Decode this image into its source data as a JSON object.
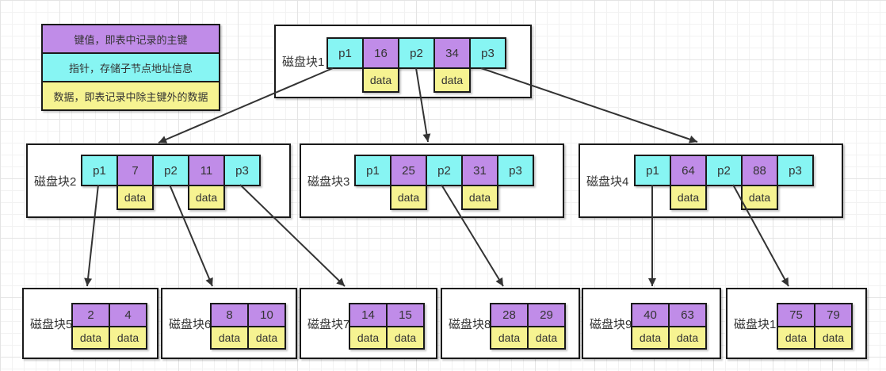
{
  "colors": {
    "key_fill": "#c08ce8",
    "pointer_fill": "#87f5f3",
    "data_fill": "#f6f391",
    "border": "#1a1a1a",
    "arrow": "#333333",
    "text": "#333333"
  },
  "legend": {
    "items": [
      {
        "name": "key",
        "label": "键值，即表中记录的主键"
      },
      {
        "name": "pointer",
        "label": "指针，存储子节点地址信息"
      },
      {
        "name": "data",
        "label": "数据，即表记录中除主键外的数据"
      }
    ]
  },
  "internal_blocks": [
    {
      "label": "磁盘块1",
      "p1": "p1",
      "key1": "16",
      "p2": "p2",
      "key2": "34",
      "p3": "p3",
      "data1": "data",
      "data2": "data"
    },
    {
      "label": "磁盘块2",
      "p1": "p1",
      "key1": "7",
      "p2": "p2",
      "key2": "11",
      "p3": "p3",
      "data1": "data",
      "data2": "data"
    },
    {
      "label": "磁盘块3",
      "p1": "p1",
      "key1": "25",
      "p2": "p2",
      "key2": "31",
      "p3": "p3",
      "data1": "data",
      "data2": "data"
    },
    {
      "label": "磁盘块4",
      "p1": "p1",
      "key1": "64",
      "p2": "p2",
      "key2": "88",
      "p3": "p3",
      "data1": "data",
      "data2": "data"
    }
  ],
  "leaf_blocks": [
    {
      "label": "磁盘块5",
      "key1": "2",
      "key2": "4",
      "data1": "data",
      "data2": "data"
    },
    {
      "label": "磁盘块6",
      "key1": "8",
      "key2": "10",
      "data1": "data",
      "data2": "data"
    },
    {
      "label": "磁盘块7",
      "key1": "14",
      "key2": "15",
      "data1": "data",
      "data2": "data"
    },
    {
      "label": "磁盘块8",
      "key1": "28",
      "key2": "29",
      "data1": "data",
      "data2": "data"
    },
    {
      "label": "磁盘块9",
      "key1": "40",
      "key2": "63",
      "data1": "data",
      "data2": "data"
    },
    {
      "label": "磁盘块10",
      "key1": "75",
      "key2": "79",
      "data1": "data",
      "data2": "data"
    }
  ],
  "connections": [
    {
      "from": "磁盘块1.p1",
      "to": "磁盘块2"
    },
    {
      "from": "磁盘块1.p2",
      "to": "磁盘块3"
    },
    {
      "from": "磁盘块1.p3",
      "to": "磁盘块4"
    },
    {
      "from": "磁盘块2.p1",
      "to": "磁盘块5"
    },
    {
      "from": "磁盘块2.p2",
      "to": "磁盘块6"
    },
    {
      "from": "磁盘块2.p3",
      "to": "磁盘块7"
    },
    {
      "from": "磁盘块3.p2",
      "to": "磁盘块8"
    },
    {
      "from": "磁盘块4.p1",
      "to": "磁盘块9"
    },
    {
      "from": "磁盘块4.p2",
      "to": "磁盘块10"
    }
  ]
}
